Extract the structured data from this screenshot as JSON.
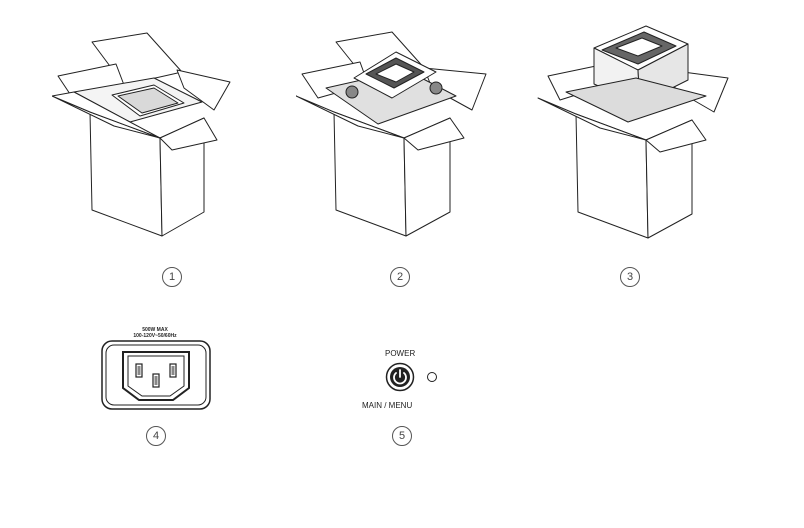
{
  "steps": [
    {
      "number": "1"
    },
    {
      "number": "2"
    },
    {
      "number": "3"
    },
    {
      "number": "4"
    },
    {
      "number": "5"
    }
  ],
  "inlet": {
    "rating_line1": "500W MAX",
    "rating_line2": "100-120V~50/60Hz"
  },
  "control": {
    "top_label": "POWER",
    "bottom_label": "MAIN / MENU"
  },
  "icons": [
    "open-box-icon",
    "power-inlet-icon",
    "power-button-icon",
    "led-indicator-icon"
  ]
}
